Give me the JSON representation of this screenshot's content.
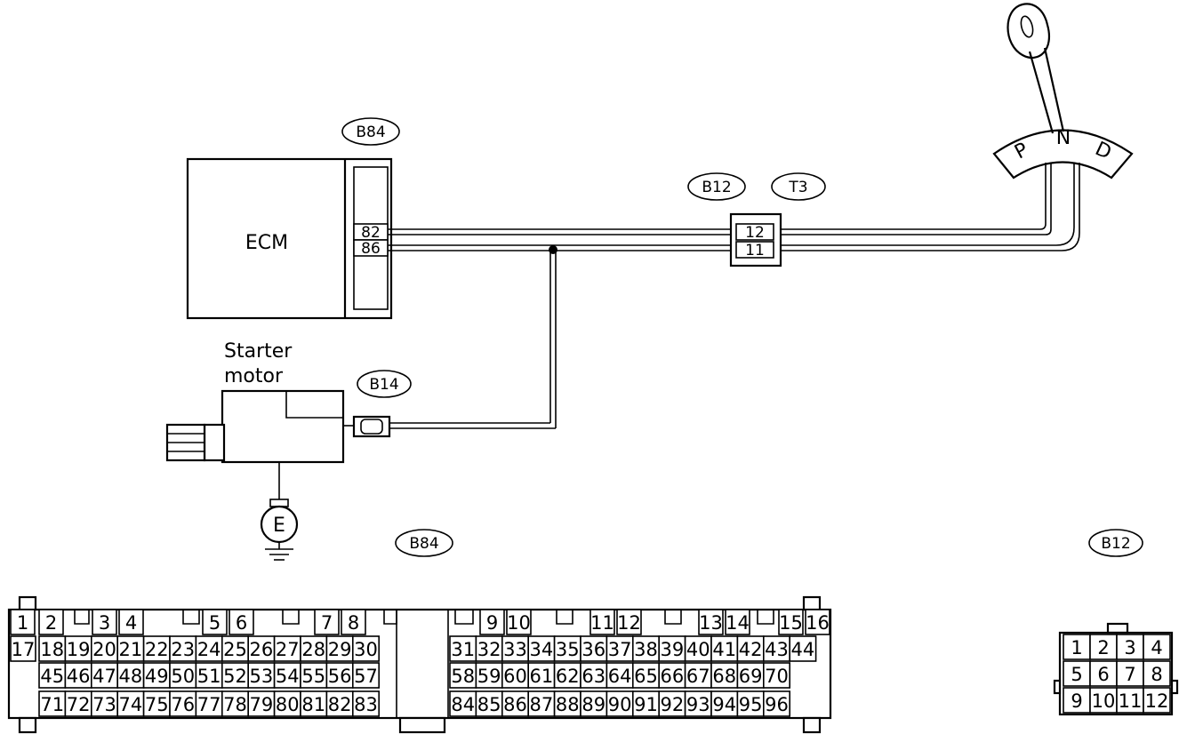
{
  "diagram": {
    "ecm_label": "ECM",
    "starter_label_line1": "Starter",
    "starter_label_line2": "motor",
    "ground_label": "E",
    "shifter_positions": [
      "P",
      "N",
      "D"
    ],
    "connector_tags": {
      "ecm_connector": "B84",
      "joint_connector": "B12",
      "transmission_connector": "T3",
      "starter_connector": "B14",
      "ecm_face": "B84",
      "joint_face": "B12"
    },
    "ecm_pins_used": [
      "82",
      "86"
    ],
    "joint_pins_used": [
      "12",
      "11"
    ]
  },
  "b84_face": {
    "row1": [
      "1",
      "2",
      "3",
      "4",
      "5",
      "6",
      "7",
      "8",
      "9",
      "10",
      "11",
      "12",
      "13",
      "14",
      "15",
      "16"
    ],
    "row2a": [
      "17",
      "18",
      "19",
      "20",
      "21",
      "22",
      "23",
      "24",
      "25",
      "26",
      "27",
      "28",
      "29",
      "30"
    ],
    "row2b": [
      "31",
      "32",
      "33",
      "34",
      "35",
      "36",
      "37",
      "38",
      "39",
      "40",
      "41",
      "42",
      "43",
      "44"
    ],
    "row3a": [
      "45",
      "46",
      "47",
      "48",
      "49",
      "50",
      "51",
      "52",
      "53",
      "54",
      "55",
      "56",
      "57"
    ],
    "row3b": [
      "58",
      "59",
      "60",
      "61",
      "62",
      "63",
      "64",
      "65",
      "66",
      "67",
      "68",
      "69",
      "70"
    ],
    "row4a": [
      "71",
      "72",
      "73",
      "74",
      "75",
      "76",
      "77",
      "78",
      "79",
      "80",
      "81",
      "82",
      "83"
    ],
    "row4b": [
      "84",
      "85",
      "86",
      "87",
      "88",
      "89",
      "90",
      "91",
      "92",
      "93",
      "94",
      "95",
      "96"
    ]
  },
  "b12_face": {
    "row1": [
      "1",
      "2",
      "3",
      "4"
    ],
    "row2": [
      "5",
      "6",
      "7",
      "8"
    ],
    "row3": [
      "9",
      "10",
      "11",
      "12"
    ]
  }
}
